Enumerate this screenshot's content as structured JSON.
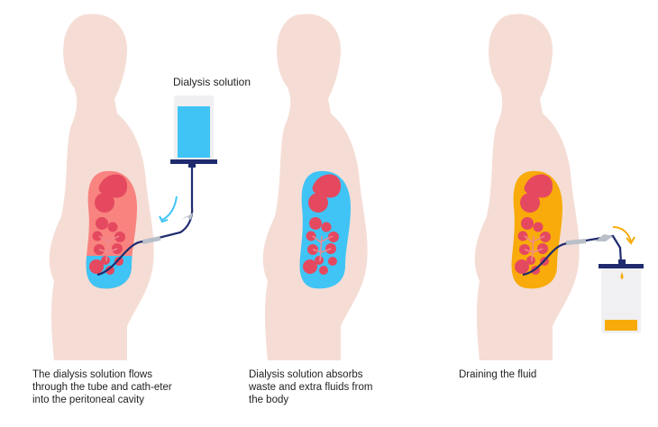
{
  "bag_label": "Dialysis solution",
  "captions": [
    "The dialysis solution flows through the tube and cath-eter into the peritoneal cavity",
    "Dialysis solution absorbs waste and extra fluids from the body",
    "Draining the fluid"
  ],
  "colors": {
    "body": "#f5ddd5",
    "organ": "#e5495f",
    "cavity_pink": "#f8837f",
    "solution_blue": "#3fc4f5",
    "waste_orange": "#f8ab0a",
    "tube": "#1f2b6e"
  }
}
